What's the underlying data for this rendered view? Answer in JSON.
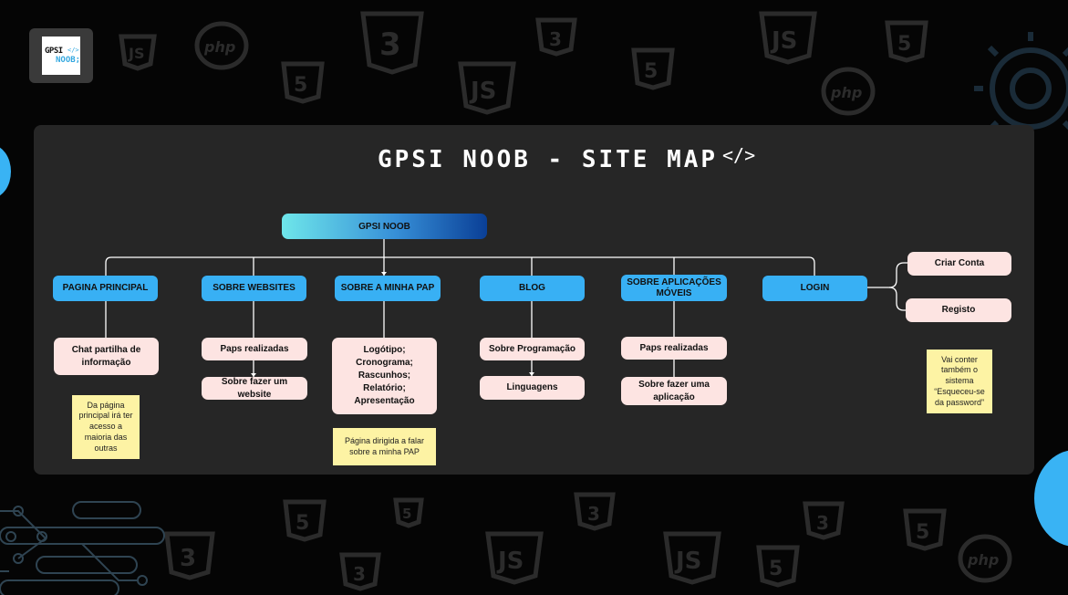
{
  "logo": {
    "line1": "GPSI",
    "code": "</>",
    "line2": "NOOB;"
  },
  "title": "GPSI NOOB - SITE MAP",
  "title_icon": "</>",
  "root": "GPSI NOOB",
  "branches": [
    {
      "label": "PAGINA PRINCIPAL",
      "children": [
        "Chat partilha de informação"
      ],
      "note": "Da página principal irá ter acesso a maioria das outras"
    },
    {
      "label": "SOBRE WEBSITES",
      "children": [
        "Paps realizadas",
        "Sobre fazer um website"
      ]
    },
    {
      "label": "SOBRE A MINHA PAP",
      "children": [
        "Logótipo; Cronograma; Rascunhos; Relatório; Apresentação"
      ],
      "note": "Página dirigida a falar sobre a minha PAP"
    },
    {
      "label": "BLOG",
      "children": [
        "Sobre Programação",
        "Linguagens"
      ]
    },
    {
      "label": "SOBRE APLICAÇÕES MÓVEIS",
      "children": [
        "Paps realizadas",
        "Sobre fazer uma aplicação"
      ]
    },
    {
      "label": "LOGIN",
      "children": [
        "Criar Conta",
        "Registo"
      ],
      "note": "Vai conter também o sistema “Esqueceu-se da password”"
    }
  ],
  "background_icons": [
    "js-icon",
    "php-icon",
    "css3-icon",
    "html5-icon",
    "gear-icon",
    "circuit-lines"
  ],
  "colors": {
    "background": "#050505",
    "panel": "#262626",
    "blue_node": "#38b0f4",
    "pink_node": "#fde4e2",
    "note": "#fdf3a4"
  }
}
